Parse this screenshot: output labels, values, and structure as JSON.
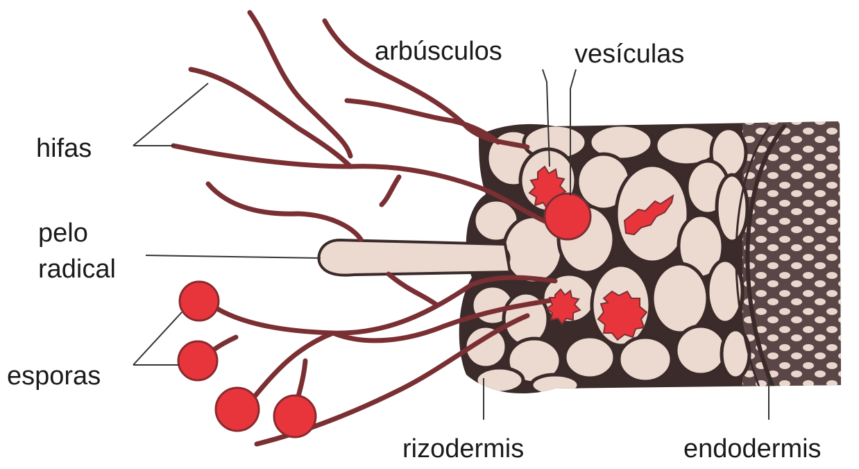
{
  "labels": {
    "hifas": "hifas",
    "pelo": "pelo",
    "radical": "radical",
    "esporas": "esporas",
    "arbusculos": "arbúsculos",
    "vesiculas": "vesículas",
    "rizodermis": "rizodermis",
    "endodermis": "endodermis"
  },
  "colors": {
    "hypha": "#7a2f33",
    "spore": "#e8353c",
    "cell_fill": "#ecd9cf",
    "cell_stroke": "#3a2a2a",
    "pointer": "#333333"
  }
}
